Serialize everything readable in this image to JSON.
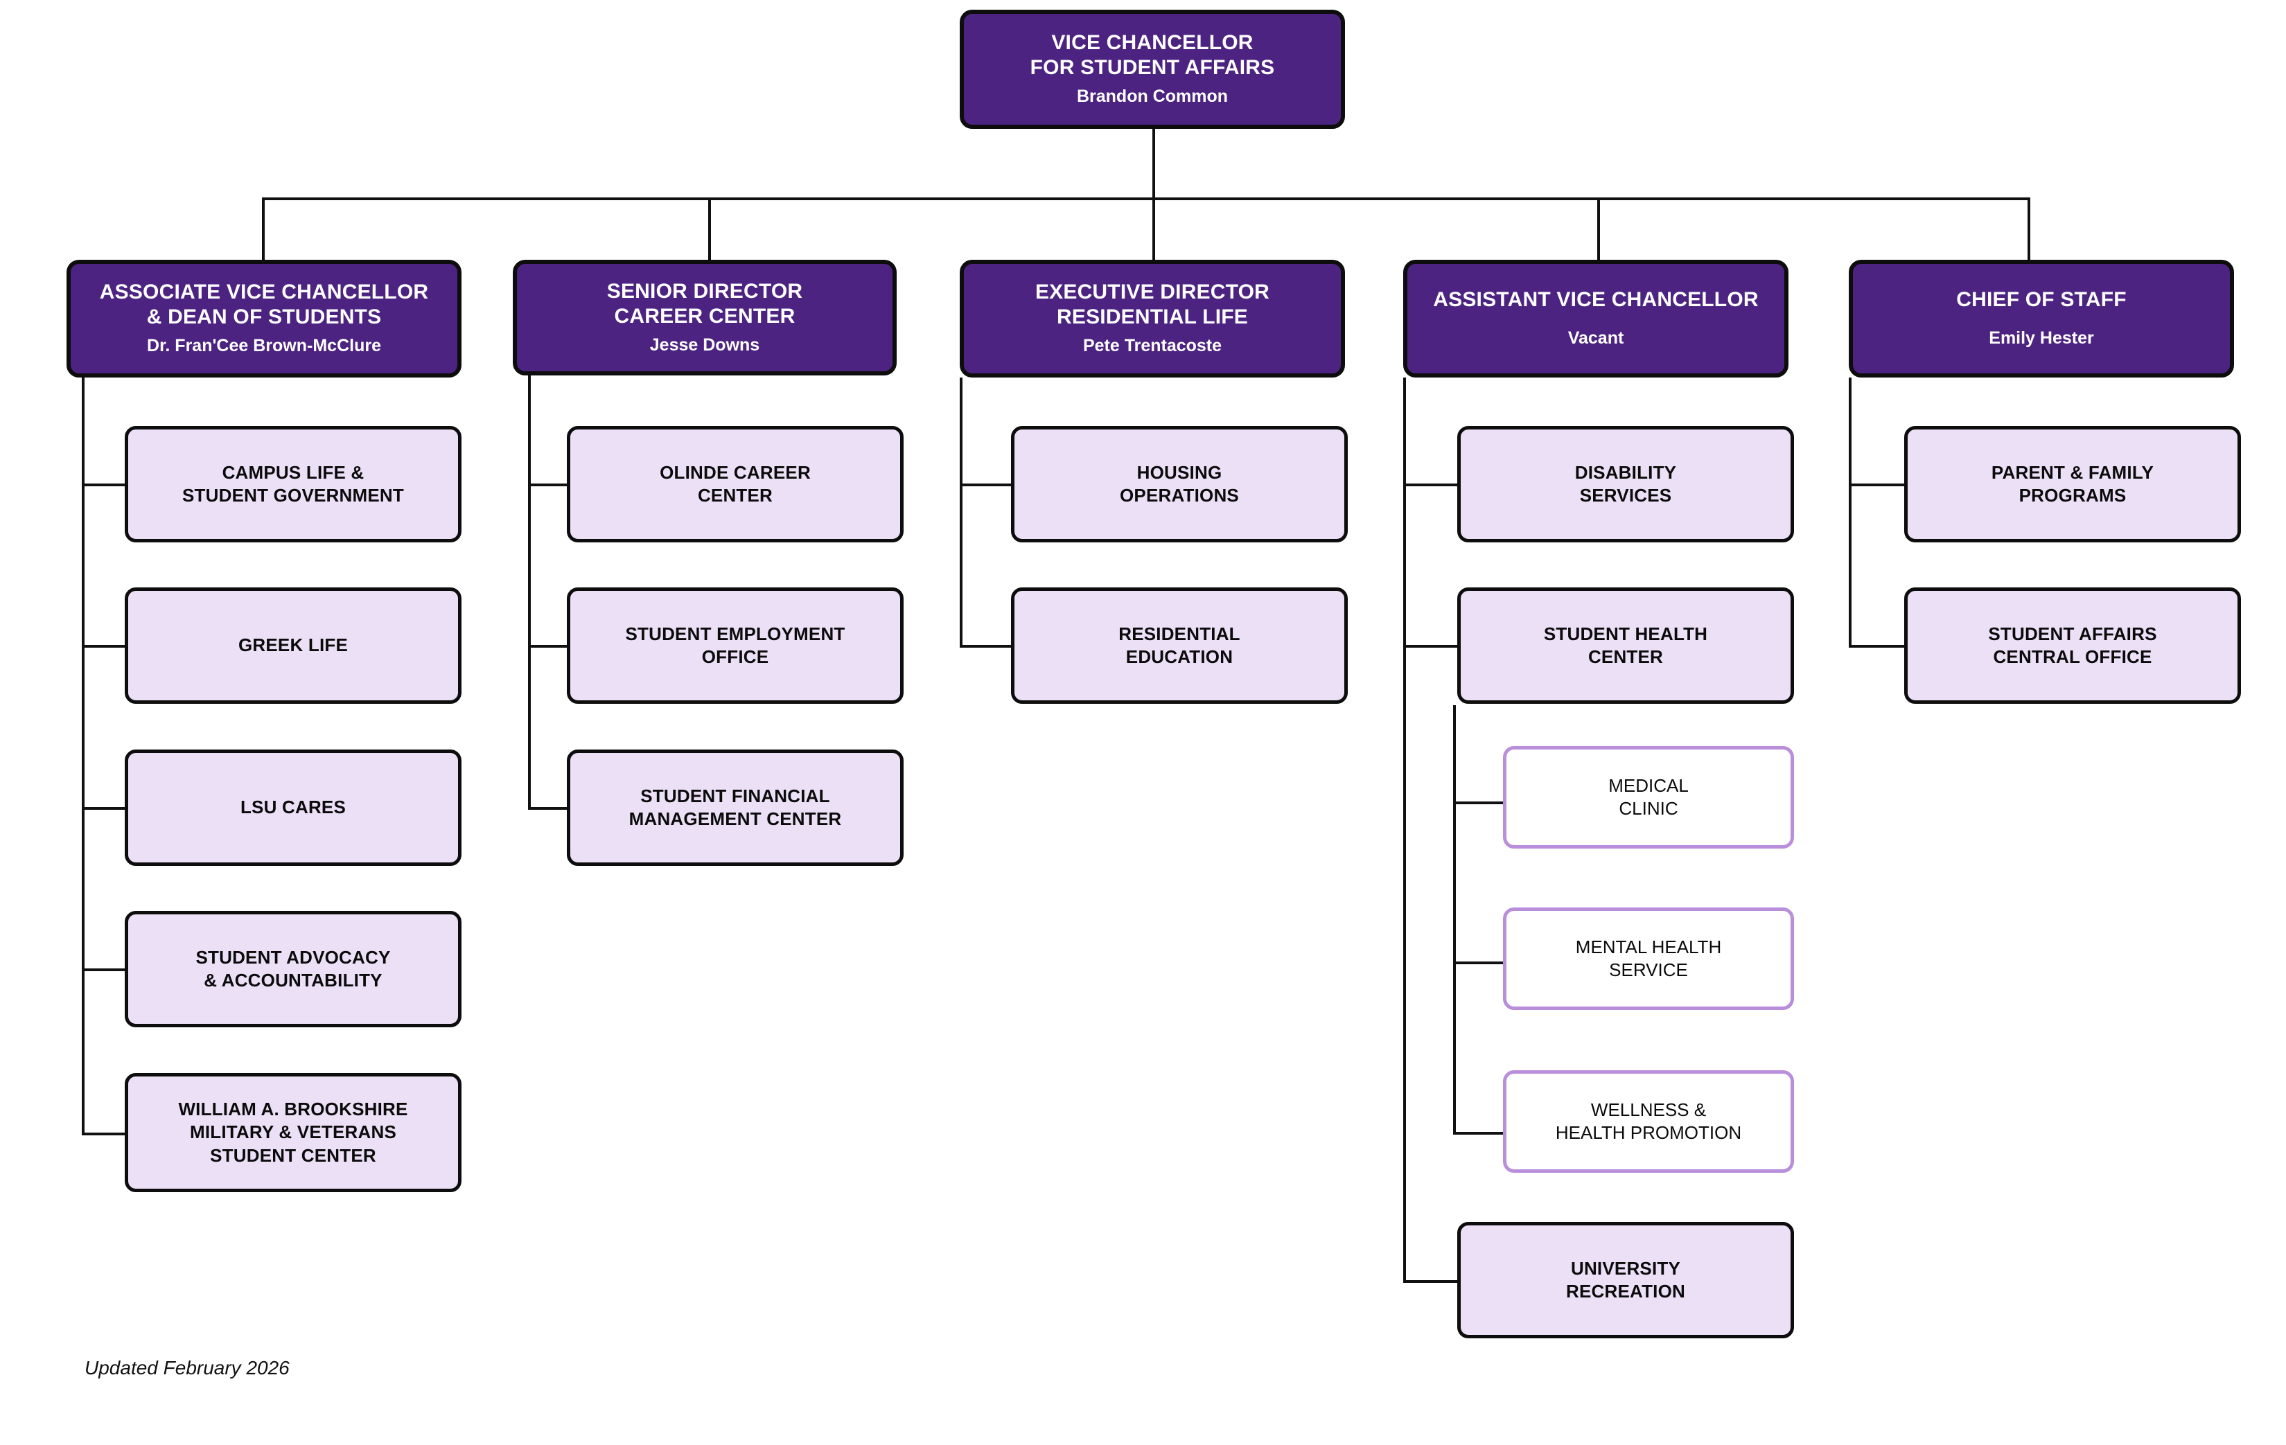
{
  "chart_meta": {
    "kind": "organizational-chart",
    "footer_note": "Updated February 2026",
    "colors": {
      "executive_fill": "#4d2382",
      "executive_text": "#ffffff",
      "unit_fill": "#ece0f6",
      "unit_border": "#0d0d0d",
      "sub_fill": "#ffffff",
      "sub_border": "#b98fdb",
      "connector": "#111111",
      "page_background": "#ffffff"
    }
  },
  "root": {
    "title": "VICE CHANCELLOR\nFOR STUDENT AFFAIRS",
    "title_line1": "VICE CHANCELLOR",
    "title_line2": "FOR STUDENT AFFAIRS",
    "person": "Brandon Common"
  },
  "divisions": [
    {
      "id": "dean-of-students",
      "title_line1": "ASSOCIATE VICE CHANCELLOR",
      "title_line2": "& DEAN OF STUDENTS",
      "person": "Dr. Fran'Cee Brown-McClure",
      "units": [
        {
          "line1": "CAMPUS LIFE &",
          "line2": "STUDENT GOVERNMENT"
        },
        {
          "line1": "GREEK LIFE",
          "line2": ""
        },
        {
          "line1": "LSU CARES",
          "line2": ""
        },
        {
          "line1": "STUDENT ADVOCACY",
          "line2": "& ACCOUNTABILITY"
        },
        {
          "line1": "WILLIAM A. BROOKSHIRE",
          "line2": "MILITARY & VETERANS",
          "line3": "STUDENT CENTER"
        }
      ]
    },
    {
      "id": "career-center",
      "title_line1": "SENIOR DIRECTOR",
      "title_line2": "CAREER CENTER",
      "person": "Jesse Downs",
      "units": [
        {
          "line1": "OLINDE CAREER",
          "line2": "CENTER"
        },
        {
          "line1": "STUDENT EMPLOYMENT",
          "line2": "OFFICE"
        },
        {
          "line1": "STUDENT FINANCIAL",
          "line2": "MANAGEMENT CENTER"
        }
      ]
    },
    {
      "id": "residential-life",
      "title_line1": "EXECUTIVE DIRECTOR",
      "title_line2": "RESIDENTIAL LIFE",
      "person": "Pete Trentacoste",
      "units": [
        {
          "line1": "HOUSING",
          "line2": "OPERATIONS"
        },
        {
          "line1": "RESIDENTIAL",
          "line2": "EDUCATION"
        }
      ]
    },
    {
      "id": "assistant-vice-chancellor",
      "title_line1": "ASSISTANT VICE CHANCELLOR",
      "title_line2": "",
      "person": "Vacant",
      "units": [
        {
          "line1": "DISABILITY",
          "line2": "SERVICES"
        },
        {
          "line1": "STUDENT HEALTH",
          "line2": "CENTER"
        },
        {
          "line1": "UNIVERSITY",
          "line2": "RECREATION"
        }
      ],
      "sub_units": [
        {
          "line1": "MEDICAL",
          "line2": "CLINIC"
        },
        {
          "line1": "MENTAL HEALTH",
          "line2": "SERVICE"
        },
        {
          "line1": "WELLNESS &",
          "line2": "HEALTH PROMOTION"
        }
      ]
    },
    {
      "id": "chief-of-staff",
      "title_line1": "CHIEF OF STAFF",
      "title_line2": "",
      "person": "Emily Hester",
      "units": [
        {
          "line1": "PARENT & FAMILY",
          "line2": "PROGRAMS"
        },
        {
          "line1": "STUDENT AFFAIRS",
          "line2": "CENTRAL OFFICE"
        }
      ]
    }
  ]
}
